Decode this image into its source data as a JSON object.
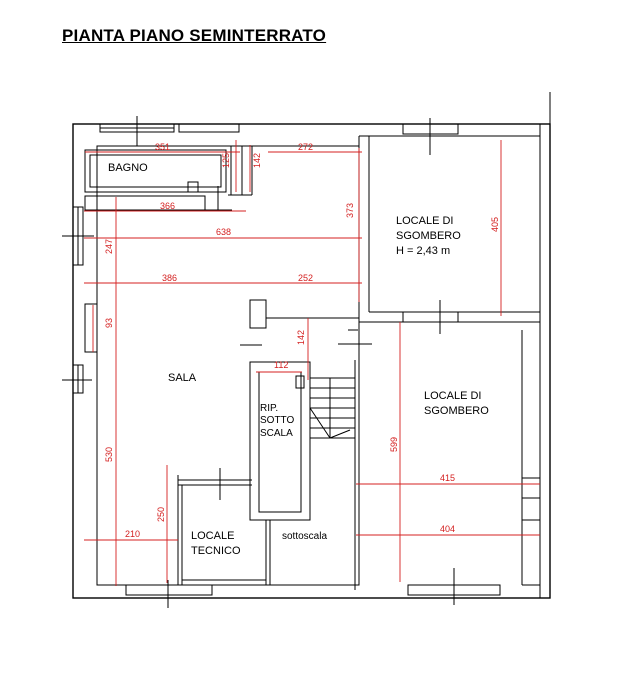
{
  "title": "PIANTA PIANO SEMINTERRATO",
  "rooms": {
    "bagno": "BAGNO",
    "locale_sgombero_1": [
      "LOCALE DI",
      "SGOMBERO",
      "H = 2,43 m"
    ],
    "sala": "SALA",
    "locale_sgombero_2": [
      "LOCALE DI",
      "SGOMBERO"
    ],
    "rip_sotto_scala": [
      "RIP.",
      "SOTTO",
      "SCALA"
    ],
    "locale_tecnico": [
      "LOCALE",
      "TECNICO"
    ],
    "sottoscala": "sottoscala"
  },
  "dimensions": {
    "d351": "351",
    "d125": "125",
    "d142a": "142",
    "d272": "272",
    "d366": "366",
    "d373": "373",
    "d638": "638",
    "d405": "405",
    "d247": "247",
    "d386": "386",
    "d252": "252",
    "d93": "93",
    "d142b": "142",
    "d112": "112",
    "d599": "599",
    "d530": "530",
    "d415": "415",
    "d250": "250",
    "d210": "210",
    "d404": "404"
  }
}
